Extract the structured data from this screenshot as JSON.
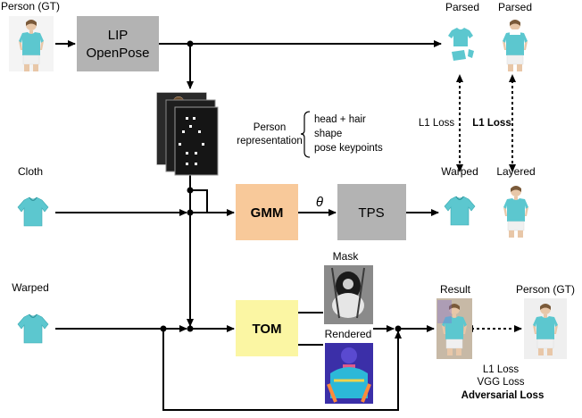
{
  "inputs": {
    "person_gt": "Person (GT)",
    "cloth": "Cloth",
    "warped": "Warped"
  },
  "blocks": {
    "lip_line1": "LIP",
    "lip_line2": "OpenPose",
    "gmm": "GMM",
    "tps": "TPS",
    "tom": "TOM",
    "theta": "θ"
  },
  "person_representation": {
    "line1": "Person",
    "line2": "representation",
    "items": [
      "head + hair",
      "shape",
      "pose keypoints"
    ]
  },
  "outputs": {
    "parsed_left": "Parsed",
    "parsed_right": "Parsed",
    "warped": "Warped",
    "layered": "Layered",
    "mask": "Mask",
    "rendered": "Rendered",
    "result": "Result",
    "person_gt_right": "Person (GT)"
  },
  "losses": {
    "l1_left": "L1 Loss",
    "l1_right": "L1 Loss",
    "bottom": [
      "L1 Loss",
      "VGG Loss",
      "Adversarial Loss"
    ]
  },
  "colors": {
    "gray_block": "#b3b3b3",
    "gmm_block": "#f8c99a",
    "tom_block": "#fbf6a3",
    "shirt": "#5cc7cf",
    "skin": "#e8c7a8"
  }
}
